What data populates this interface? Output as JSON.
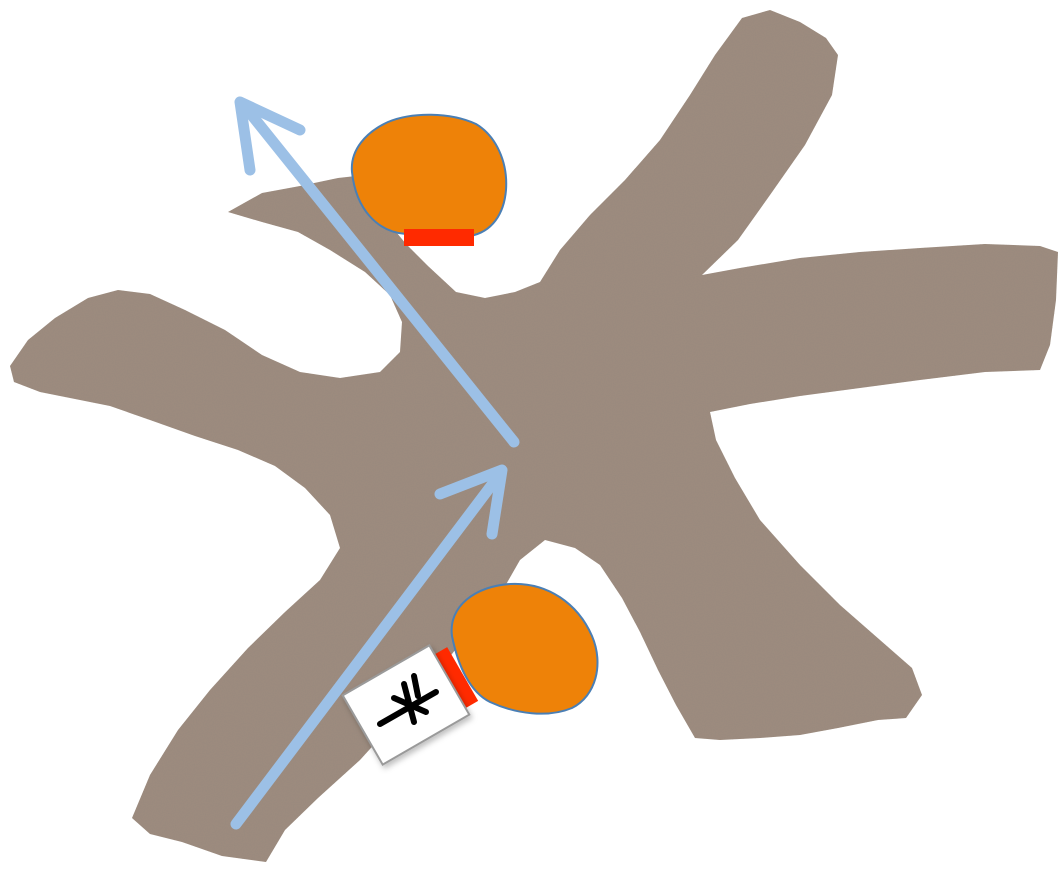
{
  "colors": {
    "background": "#ffffff",
    "cell_fill": "#9c8b7e",
    "cell_speckle_dark": "#5e5248",
    "cell_speckle_light": "#cdbfb2",
    "arrow": "#9cc0e6",
    "blob_fill": "#ee8208",
    "blob_outline": "#4a7fb5",
    "receptor": "#ff2a00",
    "label_box_fill": "#ffffff",
    "label_box_border": "#9a9a9a",
    "label_glyph": "#000000"
  },
  "elements": {
    "cell": "textured-branching-cell",
    "arrows": [
      "upper-flow-arrow",
      "lower-flow-arrow"
    ],
    "blobs": [
      "upper-orange-blob",
      "lower-orange-blob"
    ],
    "receptors": [
      "upper-red-bar",
      "lower-red-bar"
    ],
    "marker": "blocked-marker-box"
  }
}
